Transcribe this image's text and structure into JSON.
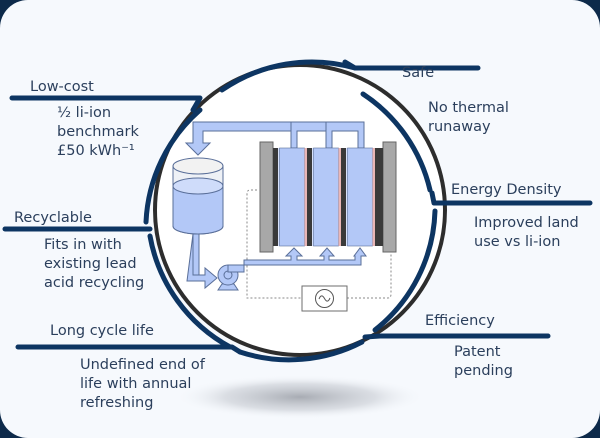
{
  "features": [
    {
      "id": "low-cost",
      "title": "Low-cost",
      "lines": [
        "½ li-ion",
        "benchmark",
        "£50 kWh⁻¹"
      ]
    },
    {
      "id": "safe",
      "title": "Safe",
      "lines": [
        "No thermal",
        "runaway"
      ]
    },
    {
      "id": "energy-density",
      "title": "Energy Density",
      "lines": [
        "Improved land",
        "use vs li-ion"
      ]
    },
    {
      "id": "recyclable",
      "title": "Recyclable",
      "lines": [
        "Fits in with",
        "existing lead",
        "acid recycling"
      ]
    },
    {
      "id": "long-cycle-life",
      "title": "Long cycle life",
      "lines": [
        "Undefined end of",
        "life with annual",
        "refreshing"
      ]
    },
    {
      "id": "efficiency",
      "title": "Efficiency",
      "lines": [
        "Patent",
        "pending"
      ]
    }
  ],
  "colors": {
    "navy": "#0d3562",
    "electrolyte": "#b3c8f7",
    "pipe_stroke": "#5a6f99",
    "end_plate": "#a8a8a8",
    "membrane_dark": "#3a3a3a",
    "membrane_pink": "#e9b6b6",
    "background": "#f6f9fd"
  },
  "diagram": {
    "components": [
      "electrolyte-tank",
      "pump",
      "cell-stack",
      "power-source-ac"
    ],
    "power_symbol": "~"
  }
}
